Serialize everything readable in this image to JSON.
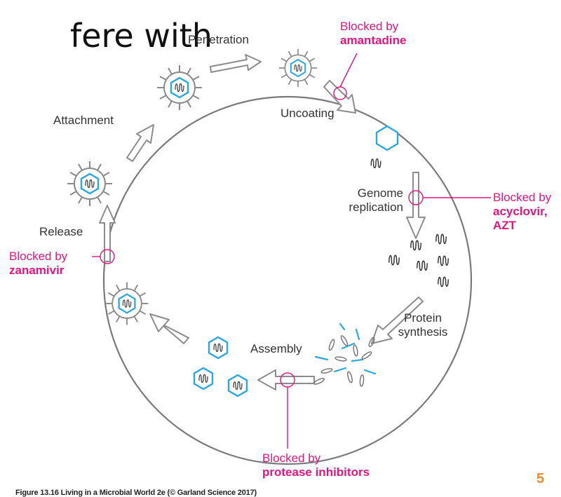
{
  "title": "fere with",
  "stages": {
    "penetration": "Penetration",
    "attachment": "Attachment",
    "uncoating": "Uncoating",
    "genome_replication_1": "Genome",
    "genome_replication_2": "replication",
    "release": "Release",
    "protein_synthesis_1": "Protein",
    "protein_synthesis_2": "synthesis",
    "assembly": "Assembly"
  },
  "blocks": {
    "amantadine": {
      "prefix": "Blocked by",
      "drug": "amantadine"
    },
    "acyclovir": {
      "prefix": "Blocked by",
      "drug_1": "acyclovir,",
      "drug_2": "AZT"
    },
    "zanamivir": {
      "prefix": "Blocked by",
      "drug": "zanamivir"
    },
    "protease": {
      "prefix": "Blocked by",
      "drug": "protease inhibitors"
    }
  },
  "colors": {
    "drug": "#e5157f",
    "capsid": "#29a8df",
    "arrow": "#8c8c8c",
    "cell": "#7a7a7a"
  },
  "page_number": "5",
  "credit": "Figure 13.16 Living in a Microbial World 2e (© Garland Science 2017)"
}
